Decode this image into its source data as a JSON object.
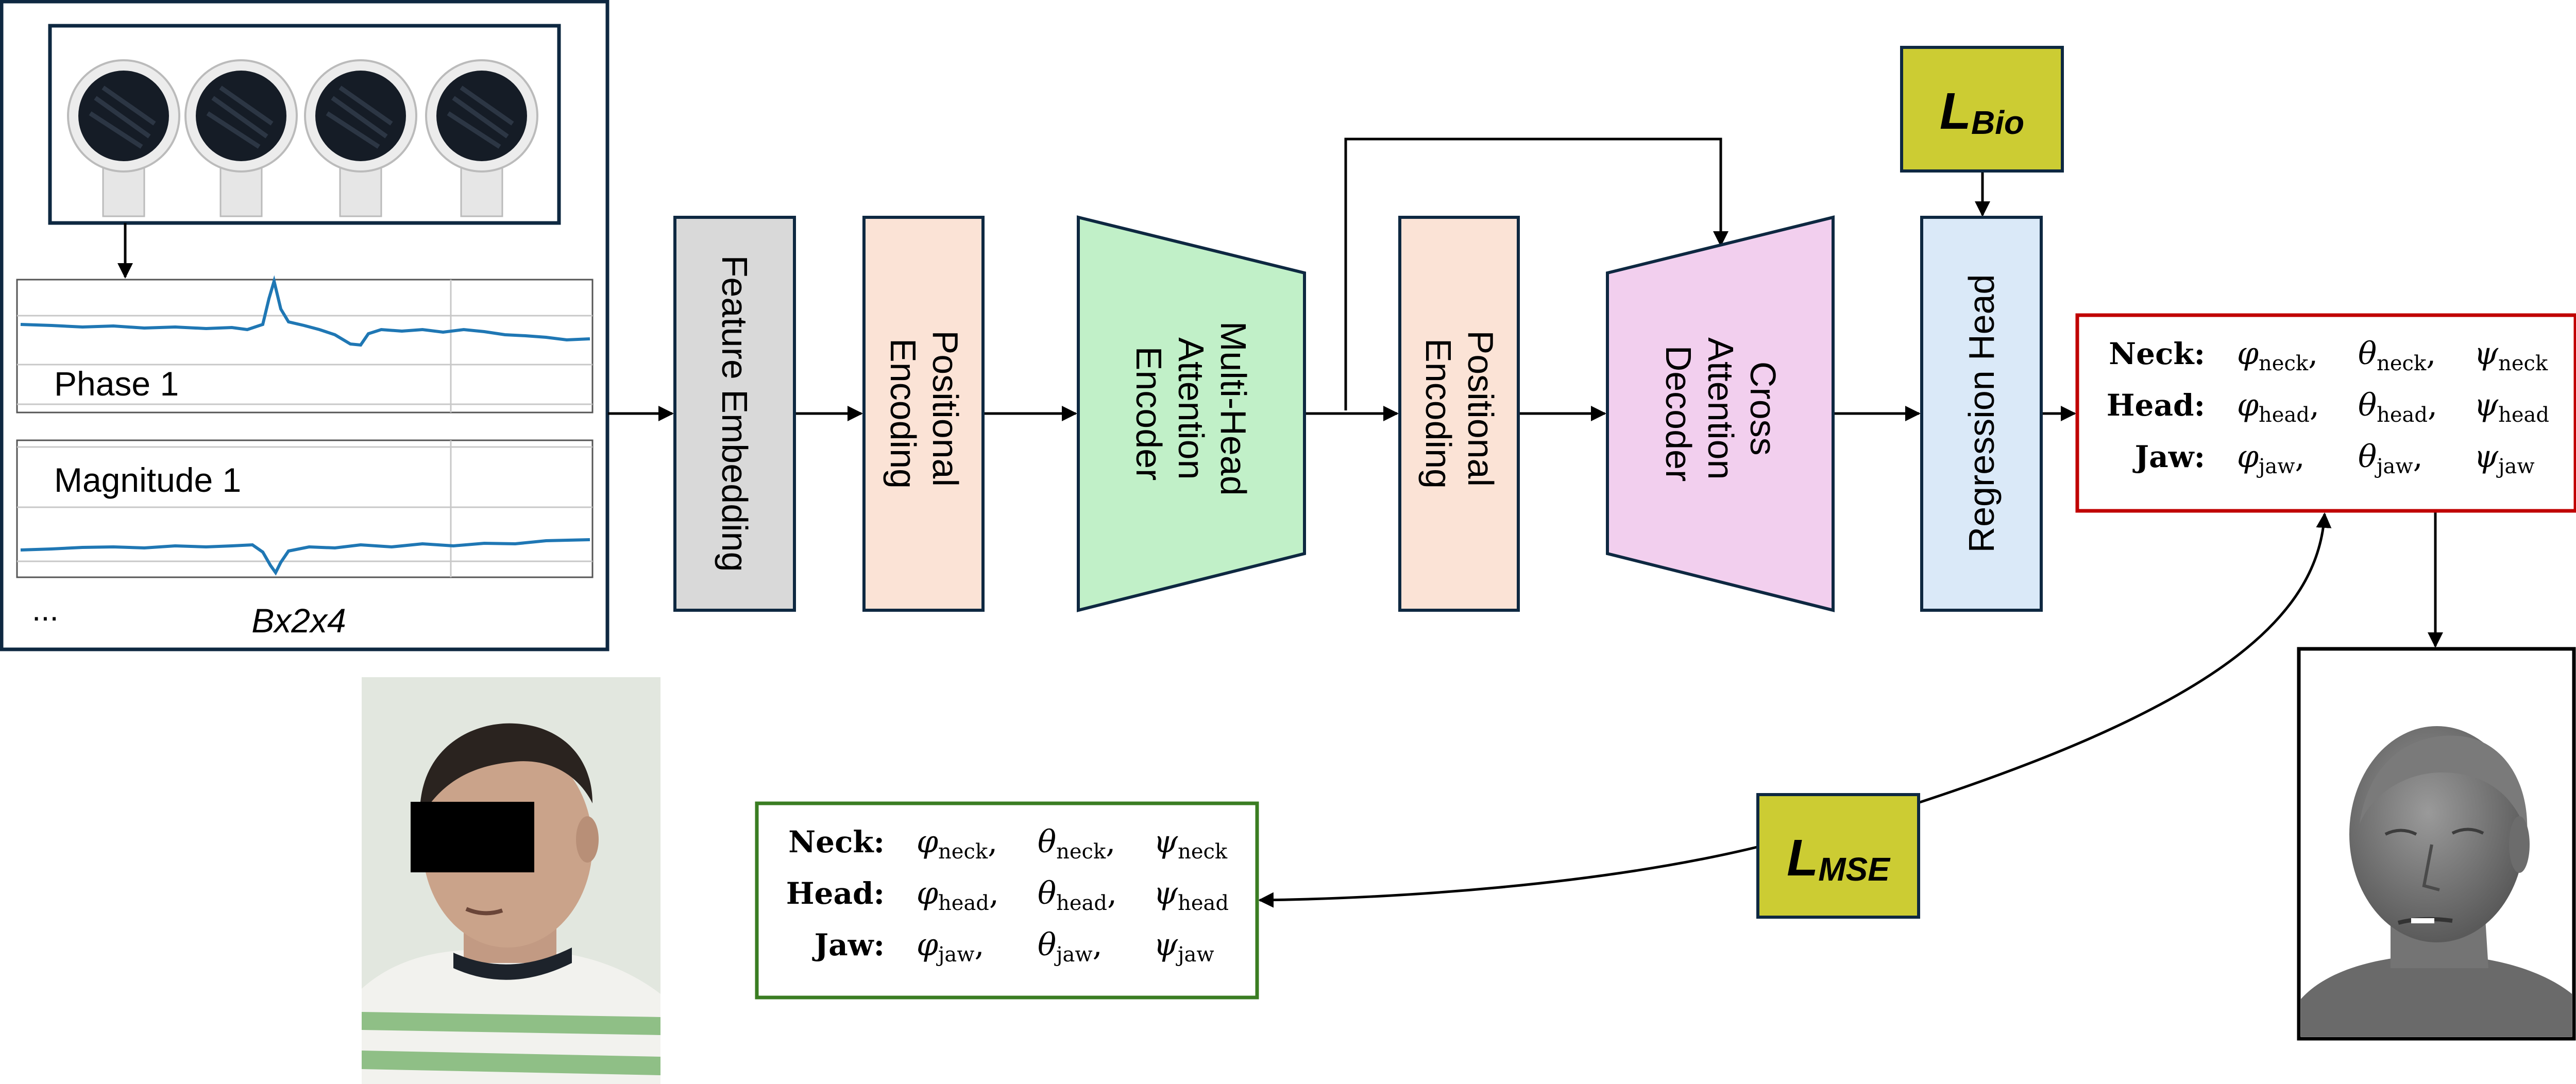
{
  "input_panel": {
    "phase_label": "Phase 1",
    "magnitude_label": "Magnitude 1",
    "ellipsis": "...",
    "shape_label": "Bx2x4"
  },
  "blocks": {
    "feature_embedding": "Feature Embedding",
    "positional_encoding_1": [
      "Positional",
      "Encoding"
    ],
    "encoder": [
      "Multi-Head",
      "Attention",
      "Encoder"
    ],
    "positional_encoding_2": [
      "Positional",
      "Encoding"
    ],
    "decoder": [
      "Cross",
      "Attention",
      "Decoder"
    ],
    "regression_head": "Regression Head"
  },
  "losses": {
    "bio": {
      "main": "L",
      "sub": "Bio"
    },
    "mse": {
      "main": "L",
      "sub": "MSE"
    }
  },
  "pose_output": [
    {
      "label": "Neck:",
      "terms": [
        {
          "sym": "φ",
          "sub": "neck"
        },
        {
          "sym": "θ",
          "sub": "neck"
        },
        {
          "sym": "ψ",
          "sub": "neck"
        }
      ]
    },
    {
      "label": "Head:",
      "terms": [
        {
          "sym": "φ",
          "sub": "head"
        },
        {
          "sym": "θ",
          "sub": "head"
        },
        {
          "sym": "ψ",
          "sub": "head"
        }
      ]
    },
    {
      "label": "Jaw:",
      "terms": [
        {
          "sym": "φ",
          "sub": "jaw"
        },
        {
          "sym": "θ",
          "sub": "jaw"
        },
        {
          "sym": "ψ",
          "sub": "jaw"
        }
      ]
    }
  ],
  "colors": {
    "feature_embedding": "#d9d9d9",
    "positional_encoding": "#fbe3d6",
    "encoder": "#c1f0c8",
    "decoder": "#f2cfee",
    "regression_head": "#dae9f8",
    "loss_box": "#cccc33",
    "prediction_border": "#c00000",
    "ground_truth_border": "#3a7d22",
    "signal": "#1f77b4",
    "outline": "#0e2841"
  }
}
